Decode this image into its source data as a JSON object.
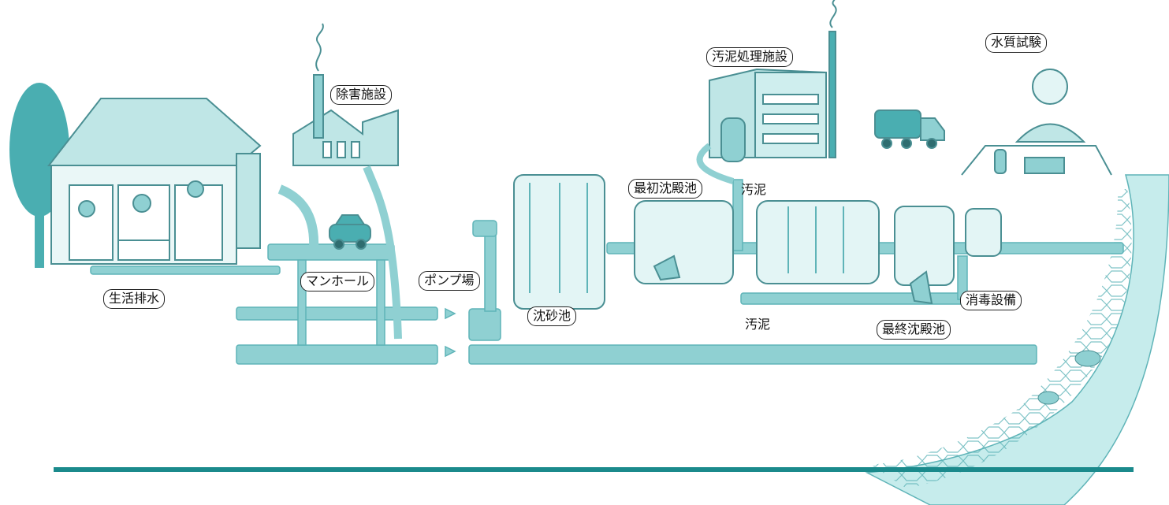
{
  "palette": {
    "pipe": "#8fd0d2",
    "pipe_dark": "#5fb4b8",
    "outline": "#4a8f93",
    "tree": "#4aaeb1",
    "river": "#c6ecec",
    "rule": "#1b8a8c"
  },
  "icons": {
    "tree": "tree-icon",
    "house": "house-icon",
    "factory": "factory-icon",
    "car": "car-icon",
    "truck": "truck-icon",
    "scientist": "scientist-icon",
    "river": "river-icon",
    "fish": "fish-icon"
  },
  "labels": {
    "household": "生活排水",
    "remediation": "除害施設",
    "manhole": "マンホール",
    "pump_station": "ポンプ場",
    "grit_chamber": "沈砂池",
    "primary_clarifier": "最初沈殿池",
    "sludge_plant": "汚泥処理施設",
    "water_testing": "水質試験",
    "disinfection": "消毒設備",
    "final_clarifier": "最終沈殿池",
    "sludge_upper": "汚泥",
    "sludge_lower": "汚泥"
  }
}
